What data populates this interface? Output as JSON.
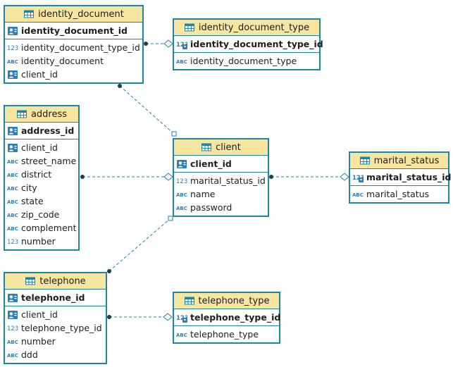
{
  "entities": {
    "identity_document": {
      "title": "identity_document",
      "pk": [
        {
          "name": "identity_document_id",
          "type": "key"
        }
      ],
      "cols": [
        {
          "name": "identity_document_type_id",
          "type": "num"
        },
        {
          "name": "identity_document",
          "type": "abc"
        },
        {
          "name": "client_id",
          "type": "key"
        }
      ]
    },
    "identity_document_type": {
      "title": "identity_document_type",
      "pk": [
        {
          "name": "identity_document_type_id",
          "type": "numkey"
        }
      ],
      "cols": [
        {
          "name": "identity_document_type",
          "type": "abc"
        }
      ]
    },
    "address": {
      "title": "address",
      "pk": [
        {
          "name": "address_id",
          "type": "key"
        }
      ],
      "cols": [
        {
          "name": "client_id",
          "type": "key"
        },
        {
          "name": "street_name",
          "type": "abc"
        },
        {
          "name": "district",
          "type": "abc"
        },
        {
          "name": "city",
          "type": "abc"
        },
        {
          "name": "state",
          "type": "abc"
        },
        {
          "name": "zip_code",
          "type": "abc"
        },
        {
          "name": "complement",
          "type": "abc"
        },
        {
          "name": "number",
          "type": "num"
        }
      ]
    },
    "client": {
      "title": "client",
      "pk": [
        {
          "name": "client_id",
          "type": "key"
        }
      ],
      "cols": [
        {
          "name": "marital_status_id",
          "type": "num"
        },
        {
          "name": "name",
          "type": "abc"
        },
        {
          "name": "password",
          "type": "abc"
        }
      ]
    },
    "marital_status": {
      "title": "marital_status",
      "pk": [
        {
          "name": "marital_status_id",
          "type": "numkey"
        }
      ],
      "cols": [
        {
          "name": "marital_status",
          "type": "abc"
        }
      ]
    },
    "telephone": {
      "title": "telephone",
      "pk": [
        {
          "name": "telephone_id",
          "type": "key"
        }
      ],
      "cols": [
        {
          "name": "client_id",
          "type": "key"
        },
        {
          "name": "telephone_type_id",
          "type": "num"
        },
        {
          "name": "number",
          "type": "abc"
        },
        {
          "name": "ddd",
          "type": "abc"
        }
      ]
    },
    "telephone_type": {
      "title": "telephone_type",
      "pk": [
        {
          "name": "telephone_type_id",
          "type": "numkey"
        }
      ],
      "cols": [
        {
          "name": "telephone_type",
          "type": "abc"
        }
      ]
    }
  },
  "colors": {
    "border": "#1b86a8",
    "header": "#f8e6a0",
    "edge": "#1b86a8"
  }
}
